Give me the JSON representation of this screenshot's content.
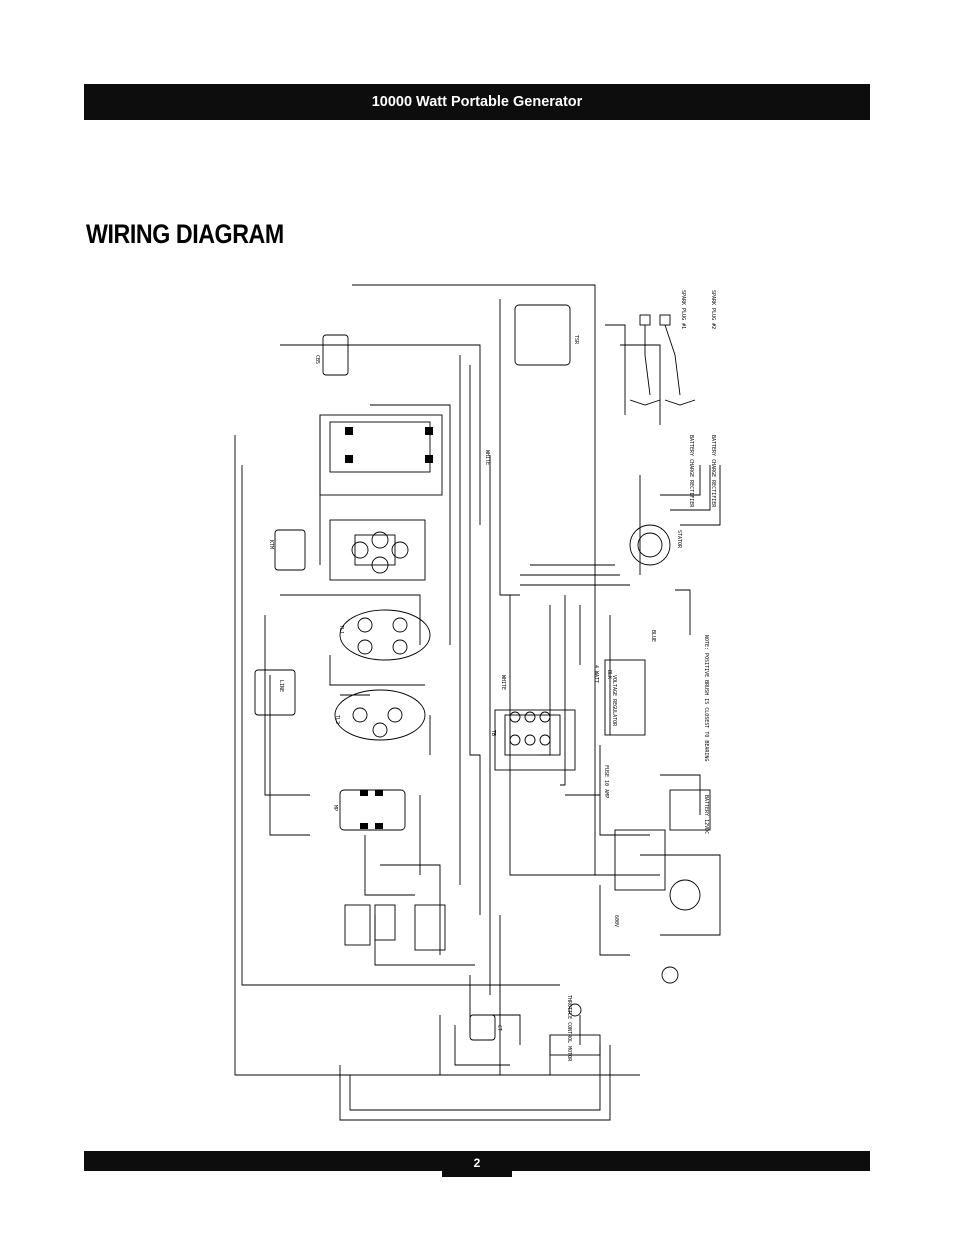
{
  "header": {
    "title": "10000 Watt Portable Generator"
  },
  "page_title": "WIRING DIAGRAM",
  "footer": {
    "page_number": "2"
  },
  "diagram_labels": {
    "cb5": "CB5",
    "tsr": "TSR",
    "ktm": "KTM",
    "stator": "STATOR",
    "spark1": "SPARK PLUG #1",
    "spark2": "SPARK PLUG #2",
    "rect1": "BATTERY CHARGE RECTIFIER",
    "rect2": "BATTERY CHARGE RECTIFIER",
    "regulator": "VOLTAGE REGULATOR",
    "battery": "BATTERY 12VDC",
    "fuse": "FUSE 10 AMP",
    "throttle": "THROTTLE CONTROL MOTOR",
    "note": "NOTE: POSITIVE BRUSH IS CLOSEST TO BEARING",
    "white1": "WHITE",
    "white2": "WHITE",
    "tb": "TB",
    "tl1": "TL1",
    "tl2": "TL2",
    "mp": "MP",
    "line": "LINE",
    "blue": "BLUE",
    "blk": "BLK",
    "w4": "4 WATT",
    "w600": "600V",
    "ct": "CT"
  }
}
